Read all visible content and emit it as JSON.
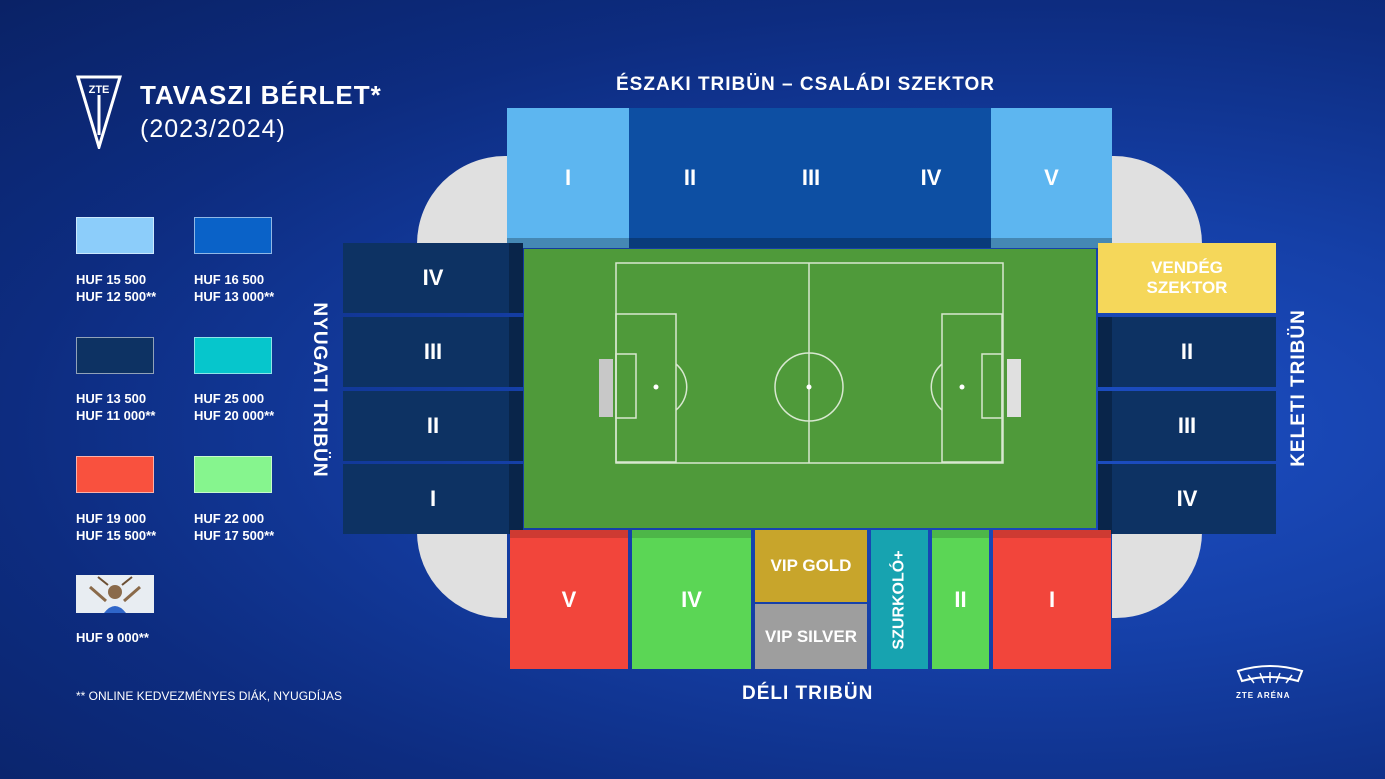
{
  "header": {
    "title": "TAVASZI BÉRLET*",
    "subtitle": "(2023/2024)",
    "logo_text": "ZTE"
  },
  "legend": [
    {
      "color": "#8ccdfa",
      "price": "HUF 15 500",
      "discount": "HUF 12 500**"
    },
    {
      "color": "#0a62c8",
      "price": "HUF 16 500",
      "discount": "HUF 13 000**"
    },
    {
      "color": "#0d3263",
      "price": "HUF 13 500",
      "discount": "HUF 11 000**"
    },
    {
      "color": "#06c6cc",
      "price": "HUF 25 000",
      "discount": "HUF 20 000**"
    },
    {
      "color": "#f9513e",
      "price": "HUF 19 000",
      "discount": "HUF 15 500**"
    },
    {
      "color": "#86f58e",
      "price": "HUF 22 000",
      "discount": "HUF 17 500**"
    },
    {
      "icon": "mascot-photo",
      "price": "HUF 9 000**"
    }
  ],
  "footnote": "** ONLINE KEDVEZMÉNYES DIÁK, NYUGDÍJAS",
  "stands": {
    "north": {
      "title": "ÉSZAKI TRIBÜN – CSALÁDI SZEKTOR",
      "sectors": [
        "I",
        "II",
        "III",
        "IV",
        "V"
      ]
    },
    "west": {
      "title": "NYUGATI TRIBÜN",
      "sectors": [
        "IV",
        "III",
        "II",
        "I"
      ]
    },
    "east": {
      "title": "KELETI TRIBÜN",
      "guest": [
        "VENDÉG",
        "SZEKTOR"
      ],
      "sectors": [
        "II",
        "III",
        "IV"
      ]
    },
    "south": {
      "title": "DÉLI TRIBÜN",
      "sectors": [
        "V",
        "IV",
        "VIP GOLD",
        "VIP SILVER",
        "SZURKOLÓ+",
        "II",
        "I"
      ]
    }
  },
  "arena_logo": "ZTE ARÉNA"
}
